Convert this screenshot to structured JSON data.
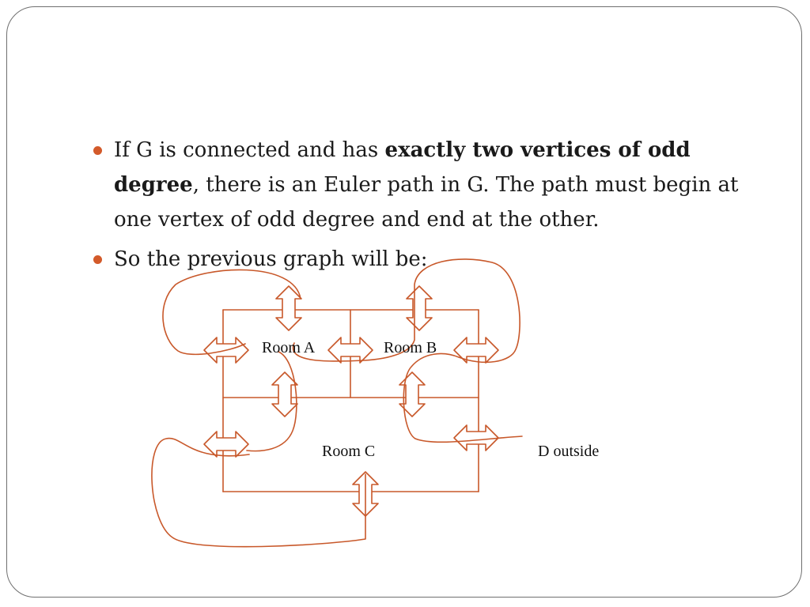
{
  "bullets": [
    {
      "text_before": "If G is connected and has ",
      "bold": "exactly two vertices of odd degree",
      "text_after": ", there is an Euler path in G. The path must begin at one vertex of odd degree and end at the other."
    },
    {
      "text": "So the previous graph will be:"
    }
  ],
  "diagram": {
    "rooms": [
      "Room A",
      "Room B",
      "Room C",
      "D outside"
    ],
    "stroke_color": "#c8582a"
  }
}
